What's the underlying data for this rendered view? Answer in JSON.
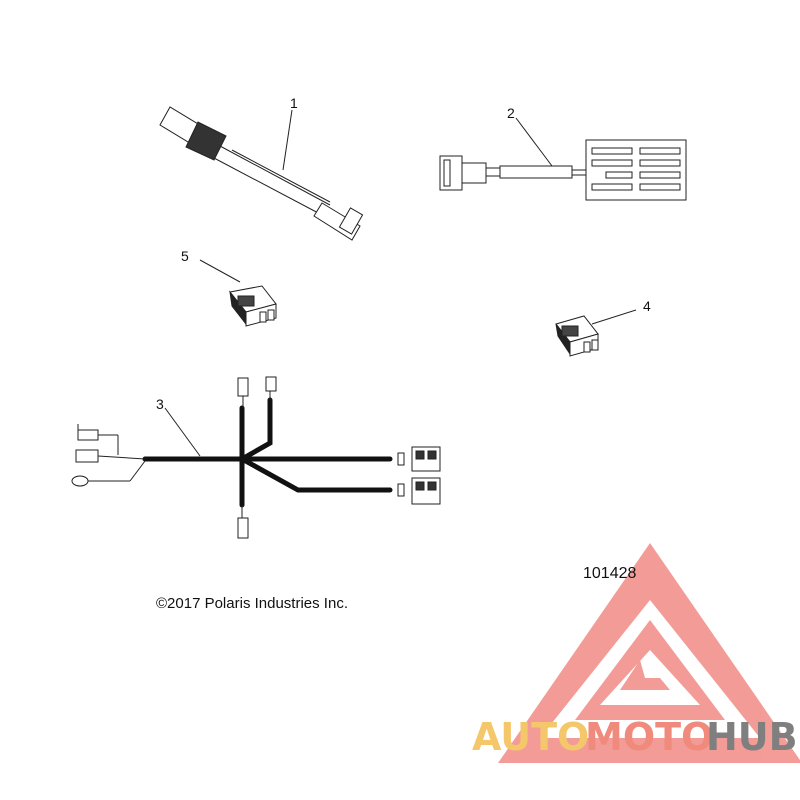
{
  "callouts": {
    "item1": "1",
    "item2": "2",
    "item3": "3",
    "item4": "4",
    "item5": "5"
  },
  "copyright": "©2017 Polaris Industries Inc.",
  "diagram_id": "101428",
  "watermark": {
    "part1": "AUTO",
    "part2": "MOTO",
    "part3": "HUB",
    "colors": {
      "auto": "#f5c76b",
      "moto": "#f08a7c",
      "hub": "#7f7f7f",
      "triangle": "#f28b86"
    }
  }
}
